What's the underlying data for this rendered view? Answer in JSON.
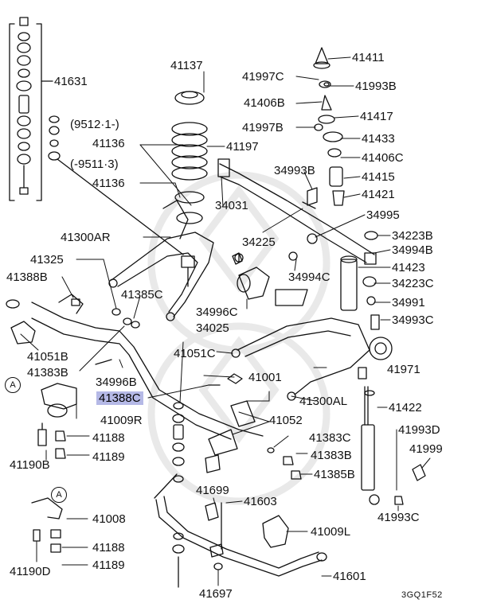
{
  "diagram": {
    "code": "3GQ1F52",
    "labels": {
      "p41631": "41631",
      "p41137": "41137",
      "p41411": "41411",
      "p41997c_a": "41997C",
      "p41993b_a": "41993B",
      "p41406b": "41406B",
      "p41417": "41417",
      "p41997b": "41997B",
      "p41433": "41433",
      "p41406c": "41406C",
      "p34993b_a": "34993B",
      "p41415": "41415",
      "p41421": "41421",
      "p34995": "34995",
      "p34223b": "34223B",
      "p34994b": "34994B",
      "p41423": "41423",
      "p34223c": "34223C",
      "p34991": "34991",
      "p34993c": "34993C",
      "p9512": "(9512·1-)",
      "p41136_a": "41136",
      "p41197": "41197",
      "p9511": "(-9511·3)",
      "p41136_b": "41136",
      "p34031": "34031",
      "p41300ar": "41300AR",
      "p34225": "34225",
      "p41325": "41325",
      "p41388b": "41388B",
      "p41385c": "41385C",
      "p34994c": "34994C",
      "p34996c": "34996C",
      "p34025": "34025",
      "p41051b": "41051B",
      "p41383b_a": "41383B",
      "p41051c": "41051C",
      "p34996b": "34996B",
      "p41001": "41001",
      "p41971": "41971",
      "p41388c": "41388C",
      "p41300al": "41300AL",
      "p41422": "41422",
      "p41009r": "41009R",
      "p41052": "41052",
      "p41993d": "41993D",
      "p41188_a": "41188",
      "p41383c": "41383C",
      "p41999": "41999",
      "p41190b": "41190B",
      "p41189_a": "41189",
      "p41383b_b": "41383B",
      "p41385b": "41385B",
      "p41699": "41699",
      "p41603": "41603",
      "p41993c": "41993C",
      "p41008": "41008",
      "p41009l": "41009L",
      "p41188_b": "41188",
      "p41190d": "41190D",
      "p41189_b": "41189",
      "p41601": "41601",
      "p41697": "41697",
      "tag_a1": "A",
      "tag_a2": "A"
    },
    "highlighted_part": "41388C",
    "colors": {
      "ink": "#111111",
      "highlight": "#b5b9e6",
      "watermark": "#e6e6e6"
    }
  }
}
